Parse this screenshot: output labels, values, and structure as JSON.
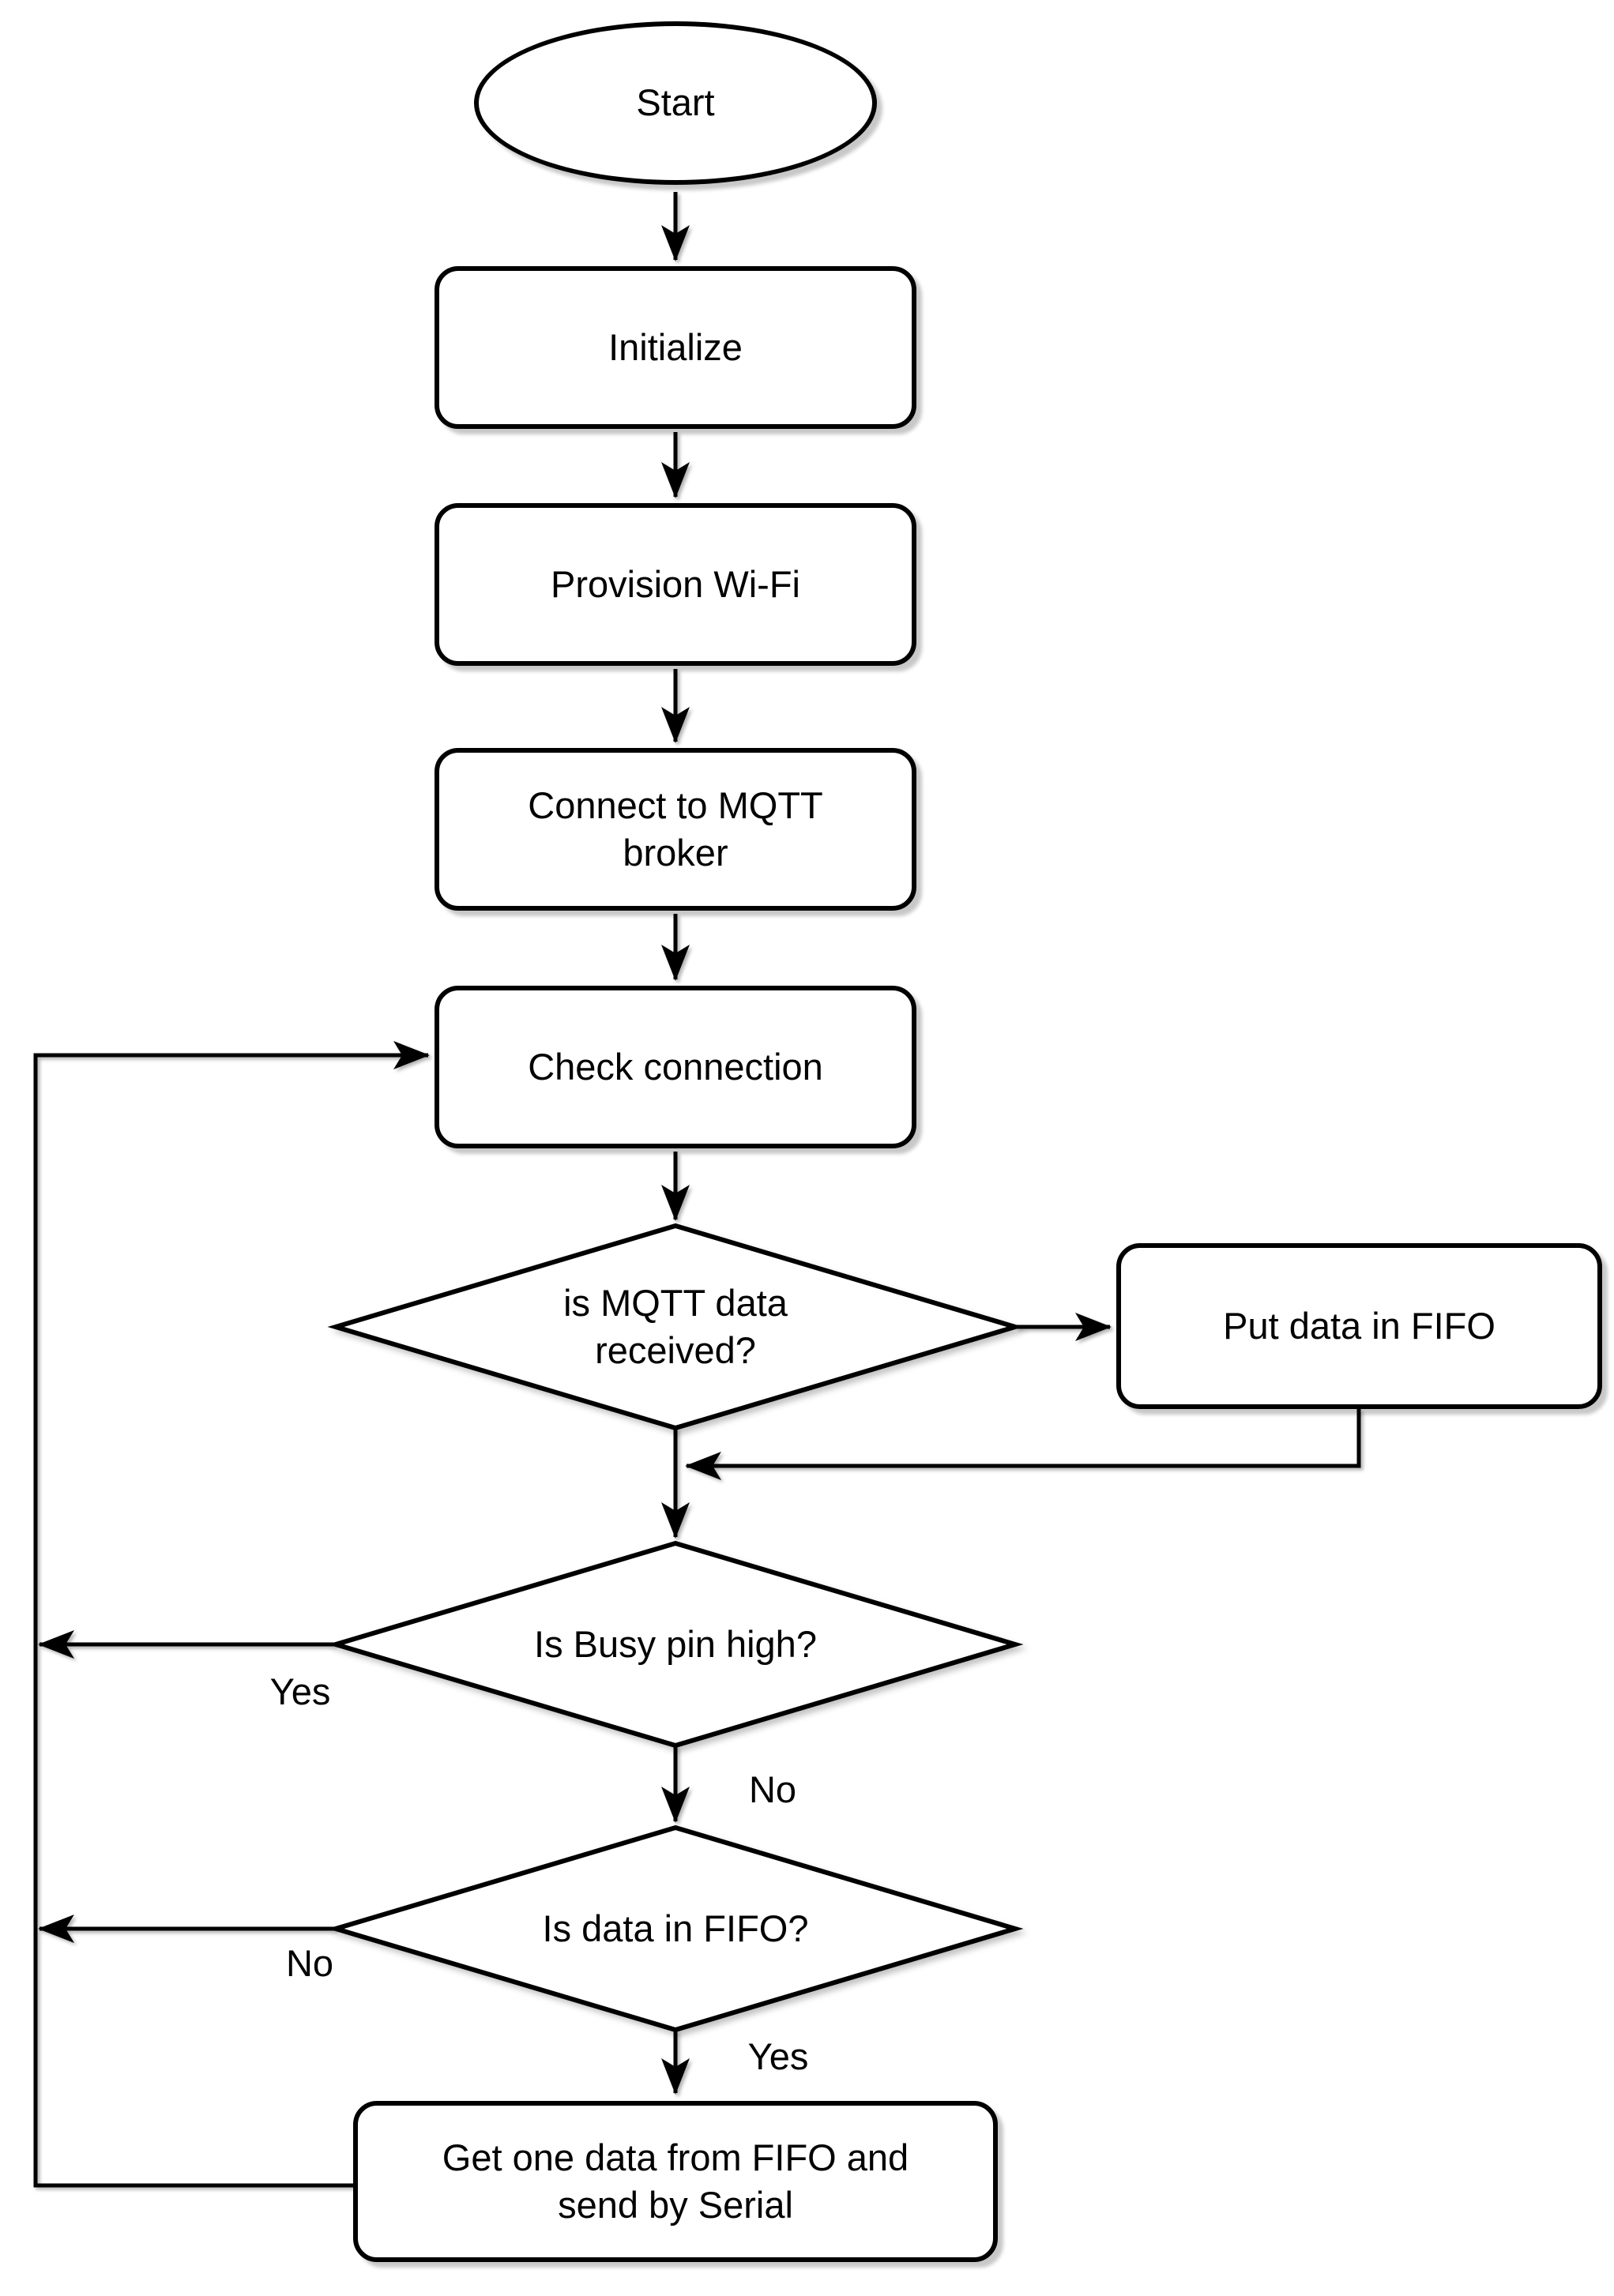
{
  "diagram": {
    "background_color": "#ffffff",
    "shape_fill_color": "#ffffff",
    "stroke_color": "#000000",
    "nodes": {
      "start": {
        "label": "Start",
        "type": "terminator"
      },
      "initialize": {
        "label": "Initialize",
        "type": "process"
      },
      "provision_wifi": {
        "label": "Provision Wi-Fi",
        "type": "process"
      },
      "connect_mqtt": {
        "label": "Connect to MQTT\nbroker",
        "type": "process"
      },
      "check_connection": {
        "label": "Check connection",
        "type": "process"
      },
      "mqtt_data_received": {
        "label": "is MQTT data\nreceived?",
        "type": "decision"
      },
      "put_data_in_fifo": {
        "label": "Put data in FIFO",
        "type": "process"
      },
      "busy_pin_high": {
        "label": "Is Busy pin high?",
        "type": "decision"
      },
      "data_in_fifo": {
        "label": "Is data in FIFO?",
        "type": "decision"
      },
      "get_data_send_serial": {
        "label": "Get one data from FIFO and\nsend by Serial",
        "type": "process"
      }
    },
    "edge_labels": {
      "busy_yes": "Yes",
      "busy_no": "No",
      "fifo_no": "No",
      "fifo_yes": "Yes"
    }
  }
}
